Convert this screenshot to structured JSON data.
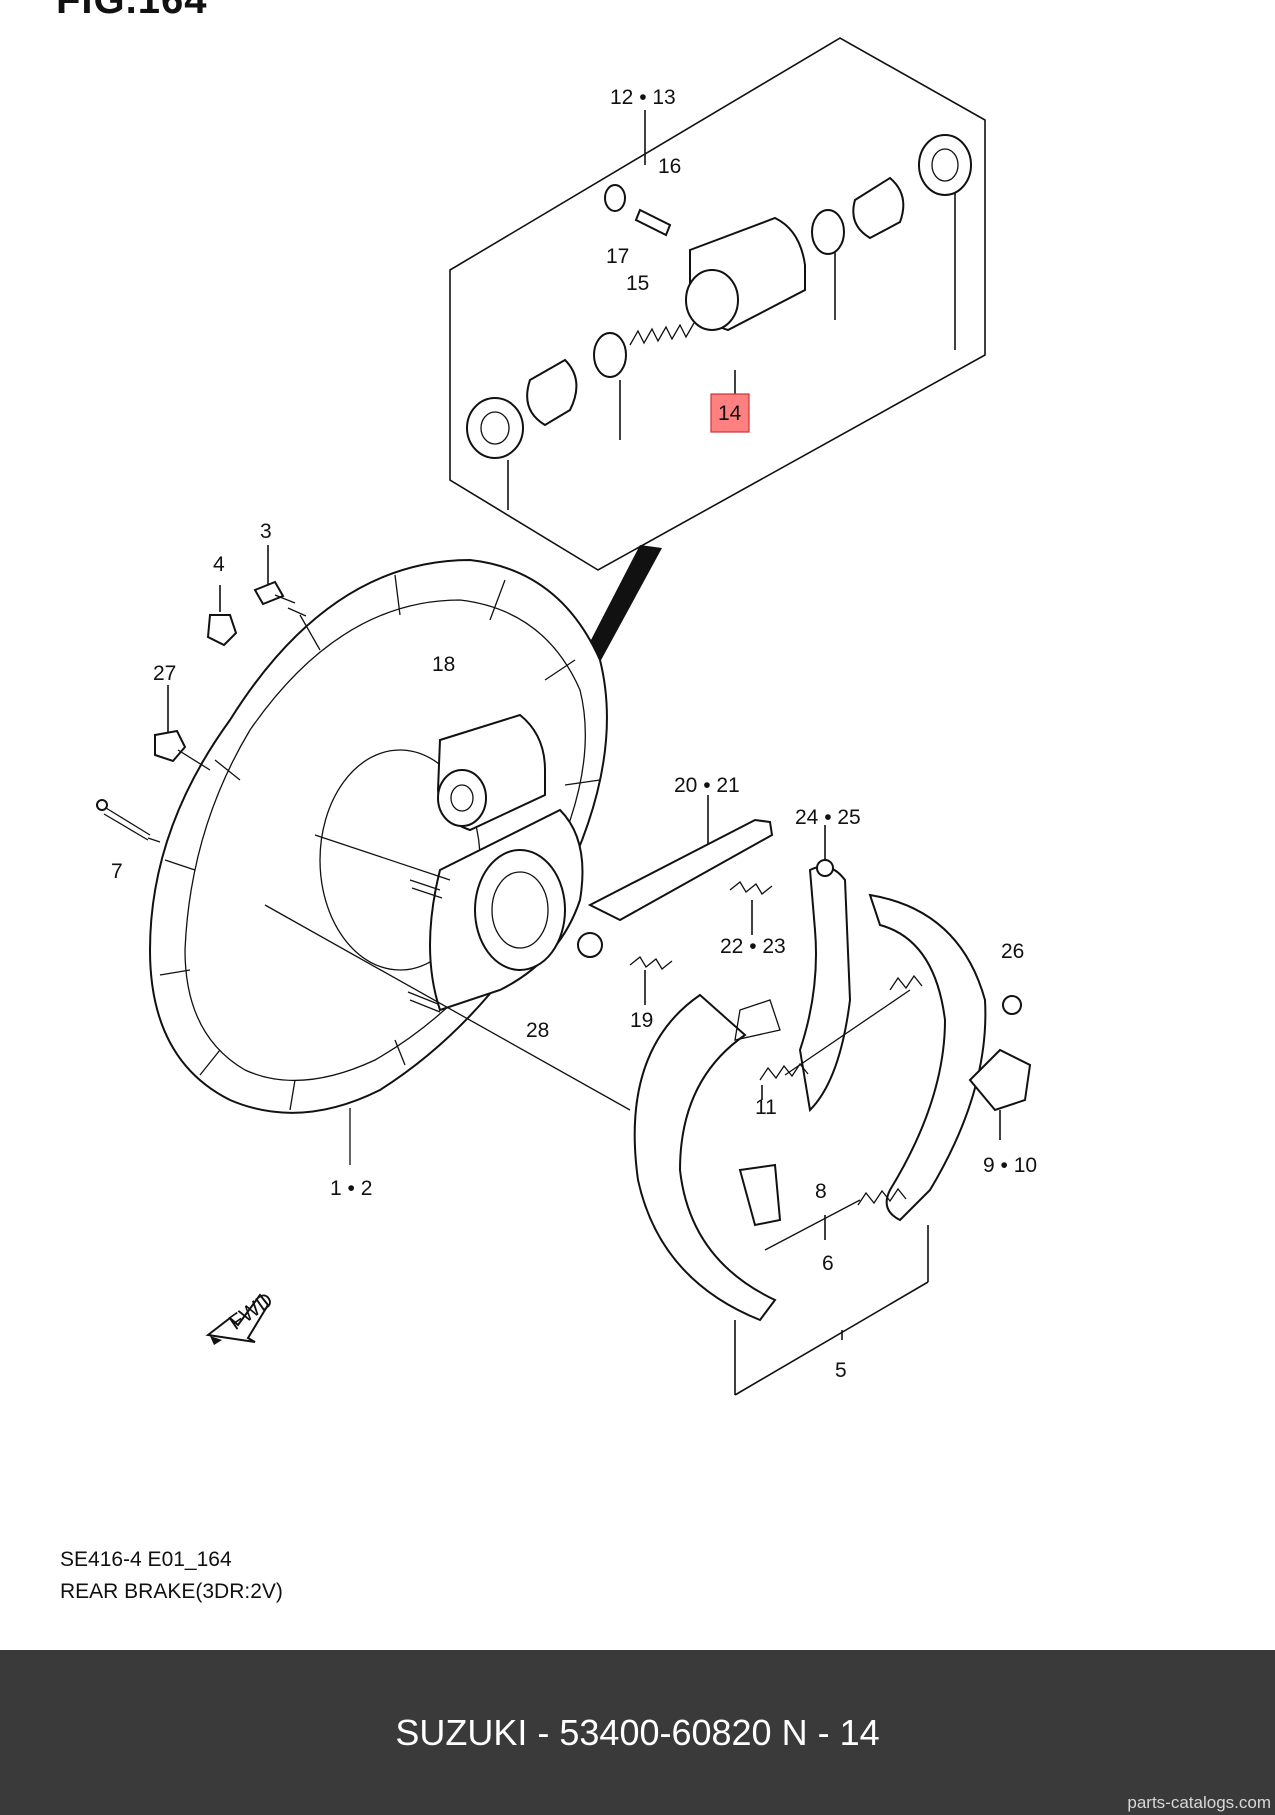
{
  "figure": {
    "title": "FIG.164",
    "code": "SE416-4 E01_164",
    "name": "REAR BRAKE(3DR:2V)"
  },
  "labels": {
    "l12_13": "12 • 13",
    "l16": "16",
    "l17": "17",
    "l15": "15",
    "l14": "14",
    "l3": "3",
    "l4": "4",
    "l27": "27",
    "l18": "18",
    "l7": "7",
    "l20_21": "20 • 21",
    "l24_25": "24 • 25",
    "l22_23": "22 • 23",
    "l26": "26",
    "l28": "28",
    "l19": "19",
    "l11": "11",
    "l8": "8",
    "l6": "6",
    "l9_10": "9 • 10",
    "l1_2": "1 • 2",
    "l5": "5",
    "fwd": "FWD"
  },
  "highlight": {
    "part": "14",
    "color": "#ff8080"
  },
  "footer": {
    "text": "SUZUKI - 53400-60820   N - 14",
    "site": "parts-catalogs.com",
    "background": "#3a3a3a"
  }
}
